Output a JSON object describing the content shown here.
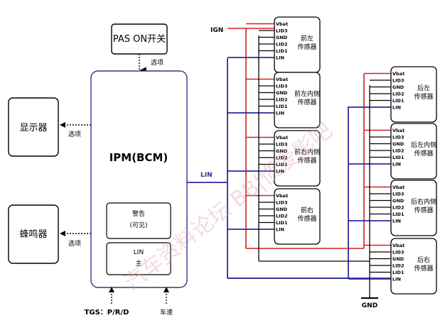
{
  "colors": {
    "vbat_wire": "#d62020",
    "lin_wire": "#2b2b9a",
    "gnd_wire": "#000000",
    "ipm_border": "#33338a"
  },
  "pas_switch": {
    "label": "PAS ON开关",
    "option_label": "选项"
  },
  "display": {
    "label": "显示器",
    "option_label": "选项"
  },
  "buzzer": {
    "label": "蜂鸣器",
    "option_label": "选项"
  },
  "ipm": {
    "title": "IPM(BCM)",
    "warning_line1": "警告",
    "warning_line2": "(可见)",
    "lin_line1": "LIN",
    "lin_line2": "主"
  },
  "inputs": {
    "tgs": "TGS：P/R/D",
    "speed": "车速"
  },
  "bus": {
    "ign": "IGN",
    "lin": "LIN",
    "gnd": "GND"
  },
  "pins": [
    "Vbat",
    "LID3",
    "GND",
    "LID2",
    "LID1",
    "LIN"
  ],
  "sensors_left": [
    {
      "name_line1": "前左",
      "name_line2": "传感器"
    },
    {
      "name_line1": "前左内侧",
      "name_line2": "传感器"
    },
    {
      "name_line1": "前右内侧",
      "name_line2": "传感器"
    },
    {
      "name_line1": "前右",
      "name_line2": "传感器"
    }
  ],
  "sensors_right": [
    {
      "name_line1": "后左",
      "name_line2": "传感器"
    },
    {
      "name_line1": "后左内侧",
      "name_line2": "传感器"
    },
    {
      "name_line1": "后右内侧",
      "name_line2": "传感器"
    },
    {
      "name_line1": "后右",
      "name_line2": "传感器"
    }
  ],
  "watermark": "汽车资料论坛 BB|惯爱影吧"
}
